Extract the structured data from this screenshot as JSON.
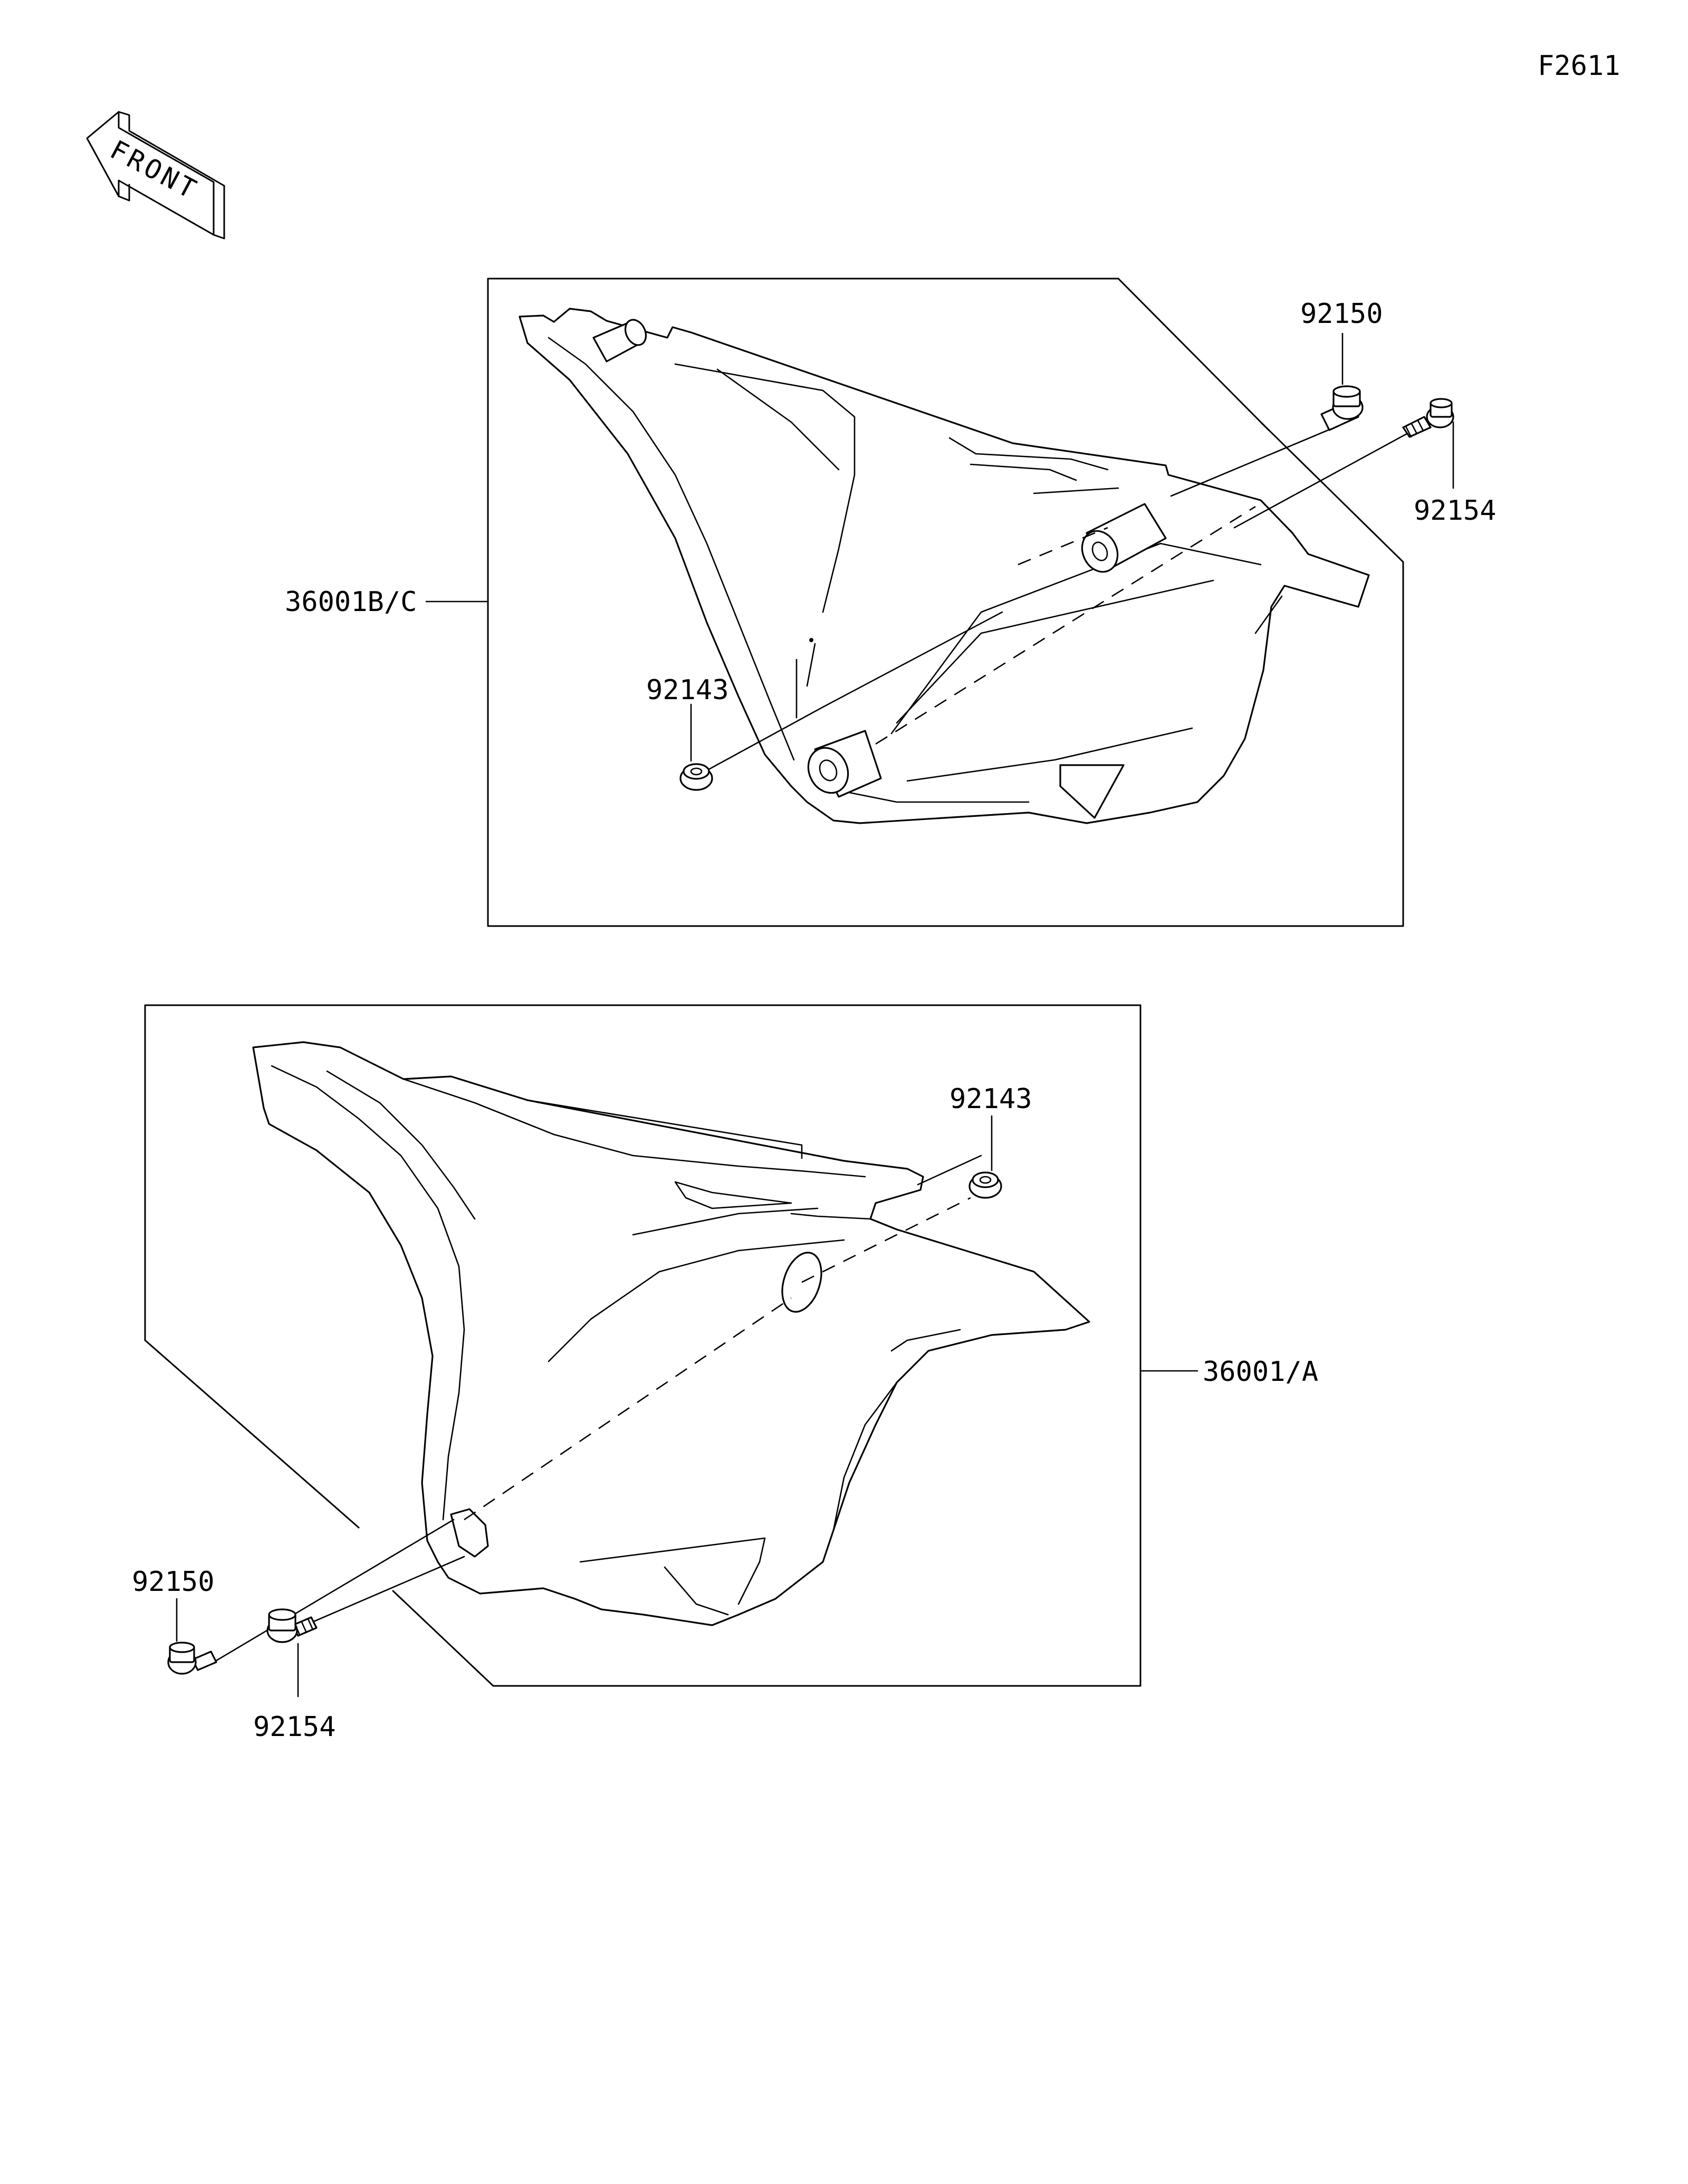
{
  "figure_code": "F2611",
  "front_arrow_text": "FRONT",
  "callouts": {
    "upper_cover": "36001B/C",
    "upper_bolt_a": "92150",
    "upper_bolt_b": "92154",
    "upper_grommet": "92143",
    "lower_cover": "36001/A",
    "lower_grommet": "92143",
    "lower_bolt_a": "92150",
    "lower_bolt_b": "92154"
  }
}
